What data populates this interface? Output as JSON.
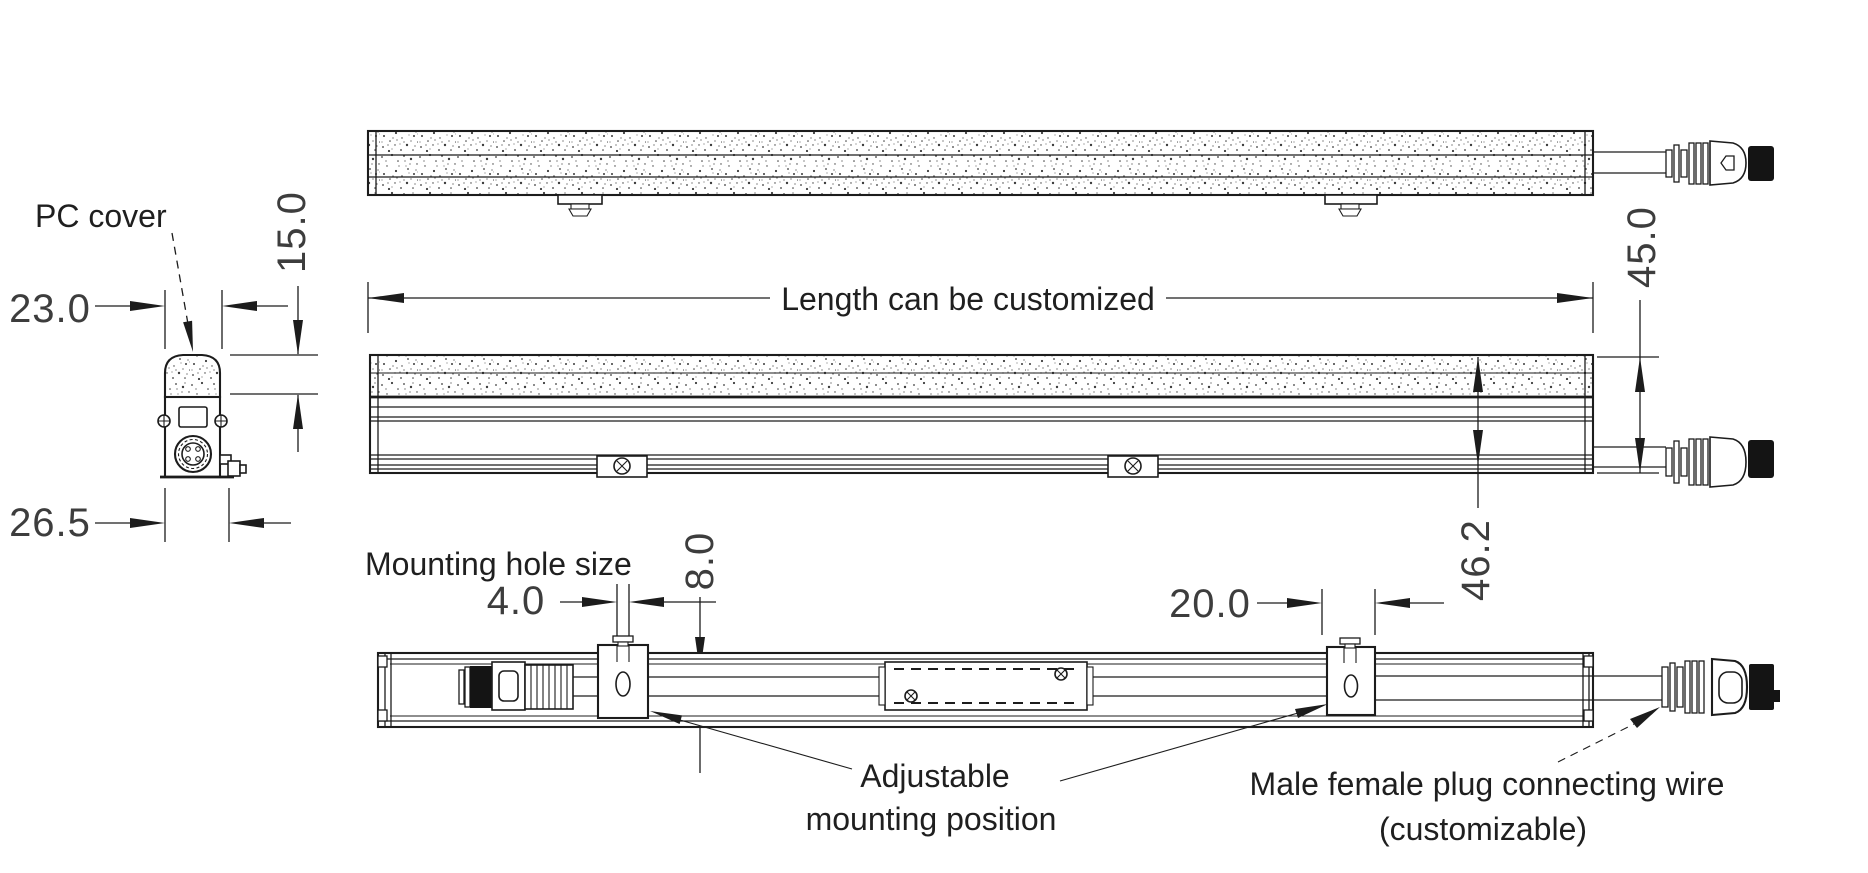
{
  "drawing": {
    "labels": {
      "pc_cover": "PC cover",
      "length": "Length can be customized",
      "mounting_hole": "Mounting hole size",
      "adjustable_line1": "Adjustable",
      "adjustable_line2": "mounting position",
      "plug_line1": "Male female plug connecting wire",
      "plug_line2": "(customizable)"
    },
    "dimensions": {
      "cover_width": "23.0",
      "cover_height": "15.0",
      "body_width": "26.5",
      "fixture_height": "45.0",
      "fixture_inner_height": "46.2",
      "hole_width": "4.0",
      "hole_height": "8.0",
      "bracket_width": "20.0"
    },
    "colors": {
      "line": "#1c1c1c",
      "background": "#ffffff",
      "connector_cap": "#141414"
    }
  }
}
